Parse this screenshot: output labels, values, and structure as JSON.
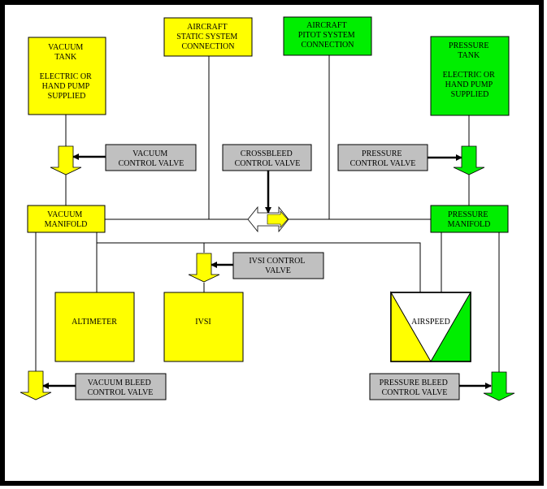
{
  "colors": {
    "vacuum": "#ffff00",
    "pressure": "#00ee00",
    "valve": "#c0c0c0",
    "frame": "#000000"
  },
  "boxes": {
    "vacuum_tank": [
      "VACUUM",
      "TANK",
      "",
      "ELECTRIC OR",
      "HAND PUMP",
      "SUPPLIED"
    ],
    "static_connection": [
      "AIRCRAFT",
      "STATIC SYSTEM",
      "CONNECTION"
    ],
    "pitot_connection": [
      "AIRCRAFT",
      "PITOT SYSTEM",
      "CONNECTION"
    ],
    "pressure_tank": [
      "PRESSURE",
      "TANK",
      "",
      "ELECTRIC OR",
      "HAND PUMP",
      "SUPPLIED"
    ],
    "vacuum_control_valve": [
      "VACUUM",
      "CONTROL VALVE"
    ],
    "crossbleed_control_valve": [
      "CROSSBLEED",
      "CONTROL VALVE"
    ],
    "pressure_control_valve": [
      "PRESSURE",
      "CONTROL VALVE"
    ],
    "vacuum_manifold": [
      "VACUUM",
      "MANIFOLD"
    ],
    "pressure_manifold": [
      "PRESSURE",
      "MANIFOLD"
    ],
    "ivsi_control_valve": [
      "IVSI CONTROL",
      "VALVE"
    ],
    "altimeter": [
      "ALTIMETER"
    ],
    "ivsi": [
      "IVSI"
    ],
    "airspeed": [
      "AIRSPEED"
    ],
    "vacuum_bleed_control_valve": [
      "VACUUM BLEED",
      "CONTROL VALVE"
    ],
    "pressure_bleed_control_valve": [
      "PRESSURE BLEED",
      "CONTROL VALVE"
    ]
  }
}
